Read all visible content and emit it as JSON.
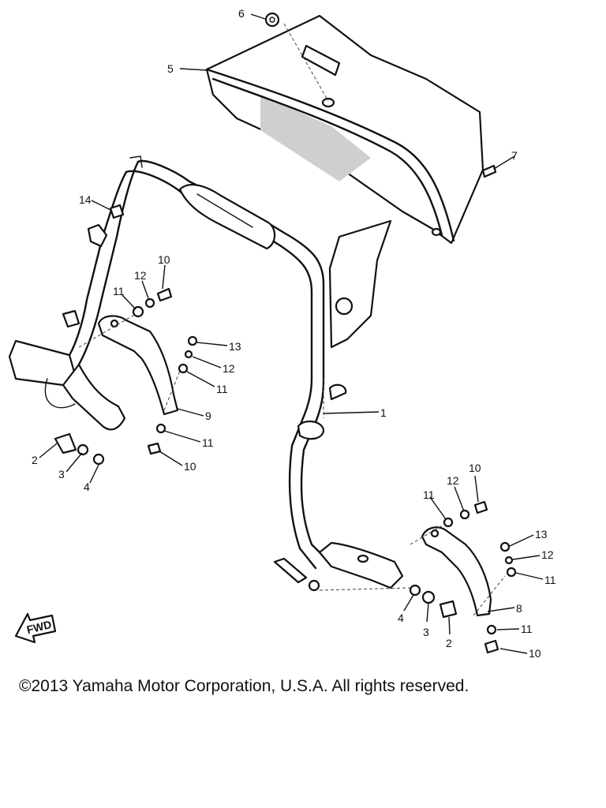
{
  "diagram": {
    "callouts": {
      "c1": "1",
      "c2a": "2",
      "c2b": "2",
      "c3a": "3",
      "c3b": "3",
      "c4a": "4",
      "c4b": "4",
      "c5": "5",
      "c6": "6",
      "c7": "7",
      "c8": "8",
      "c9": "9",
      "c10a": "10",
      "c10b": "10",
      "c10c": "10",
      "c10d": "10",
      "c11a": "11",
      "c11b": "11",
      "c11c": "11",
      "c11d": "11",
      "c11e": "11",
      "c11f": "11",
      "c12a": "12",
      "c12b": "12",
      "c12c": "12",
      "c12d": "12",
      "c13a": "13",
      "c13b": "13",
      "c14": "14"
    },
    "fwd_label": "FWD"
  },
  "footer": {
    "copyright": "©2013 Yamaha Motor Corporation, U.S.A. All rights reserved."
  },
  "colors": {
    "ink": "#111111",
    "background": "#ffffff"
  }
}
